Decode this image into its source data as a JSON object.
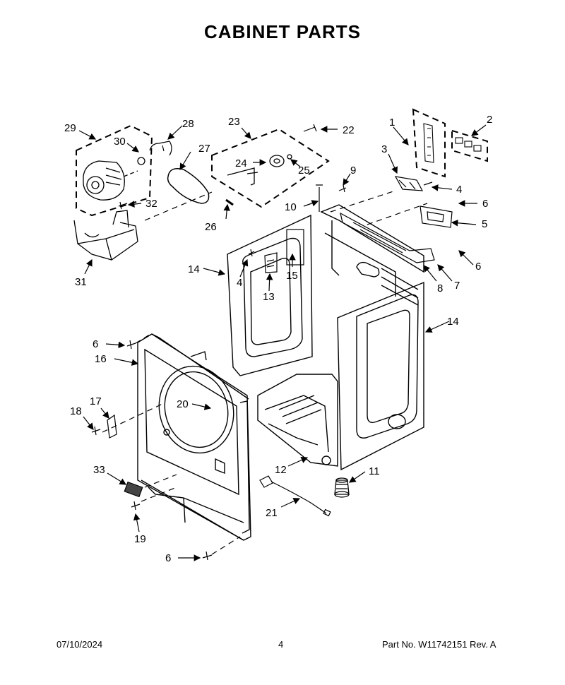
{
  "title": "CABINET PARTS",
  "footer": {
    "date": "07/10/2024",
    "page": "4",
    "part": "Part No.  W11742151  Rev.  A"
  },
  "callouts": [
    "29",
    "30",
    "28",
    "27",
    "23",
    "22",
    "24",
    "25",
    "1",
    "2",
    "3",
    "4",
    "9",
    "10",
    "6",
    "5",
    "32",
    "26",
    "31",
    "14",
    "4",
    "13",
    "15",
    "6",
    "8",
    "7",
    "14",
    "6",
    "16",
    "20",
    "17",
    "18",
    "33",
    "12",
    "11",
    "21",
    "19",
    "6"
  ]
}
